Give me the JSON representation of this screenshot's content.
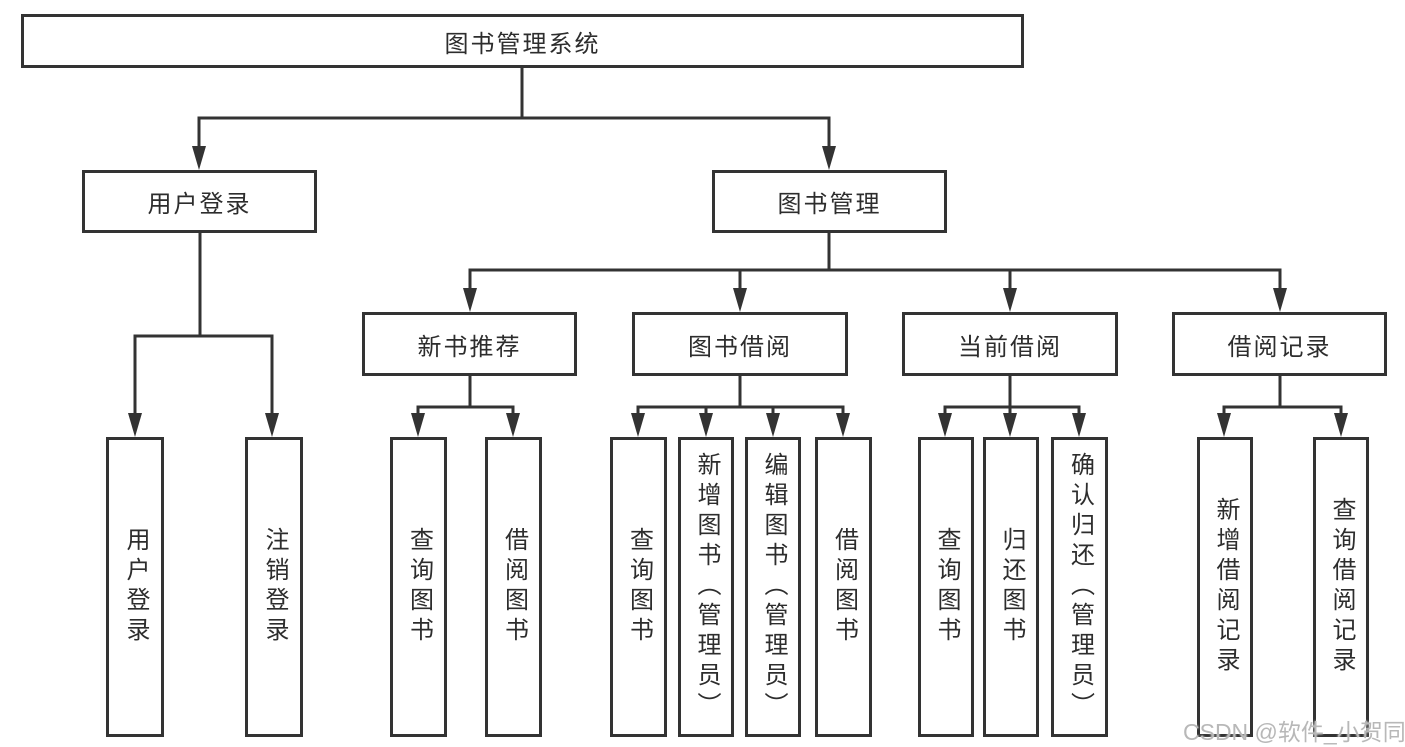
{
  "tree": {
    "root": {
      "label": "图书管理系统"
    },
    "branches": [
      {
        "label": "用户登录",
        "children": [
          {
            "label": "用户登录"
          },
          {
            "label": "注销登录"
          }
        ]
      },
      {
        "label": "图书管理",
        "children": [
          {
            "label": "新书推荐",
            "children": [
              {
                "label": "查询图书"
              },
              {
                "label": "借阅图书"
              }
            ]
          },
          {
            "label": "图书借阅",
            "children": [
              {
                "label": "查询图书"
              },
              {
                "label": "新增图书（管理员）"
              },
              {
                "label": "编辑图书（管理员）"
              },
              {
                "label": "借阅图书"
              }
            ]
          },
          {
            "label": "当前借阅",
            "children": [
              {
                "label": "查询图书"
              },
              {
                "label": "归还图书"
              },
              {
                "label": "确认归还（管理员）"
              }
            ]
          },
          {
            "label": "借阅记录",
            "children": [
              {
                "label": "新增借阅记录"
              },
              {
                "label": "查询借阅记录"
              }
            ]
          }
        ]
      }
    ]
  },
  "watermark": {
    "text": "CSDN @软件_小贺同学"
  },
  "colors": {
    "line": "#333333",
    "text": "#2d2d2d",
    "watermark": "#b8b8b8",
    "background": "#ffffff"
  }
}
